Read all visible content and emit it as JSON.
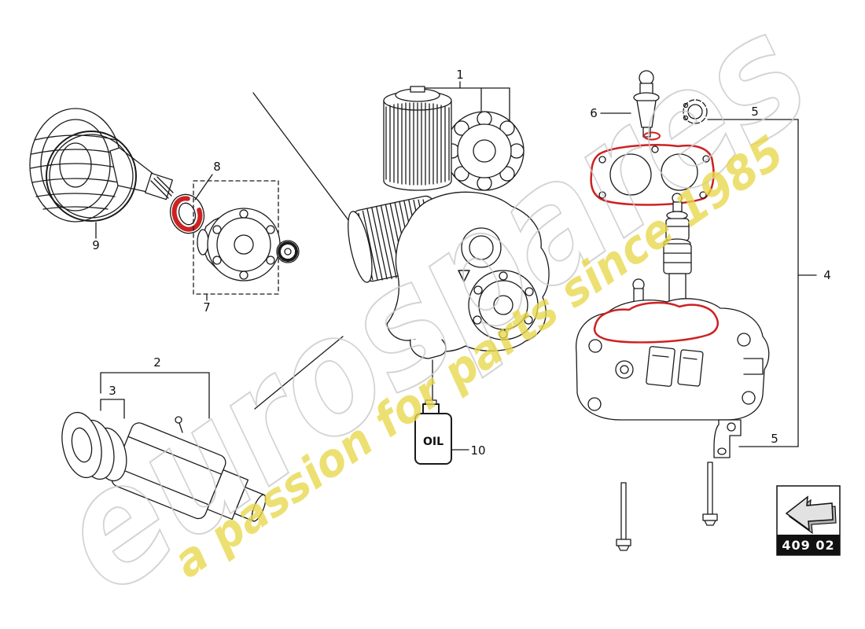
{
  "watermark": {
    "brand": "eurospares",
    "tagline": "a passion for parts since 1985"
  },
  "callouts": {
    "k1": "1",
    "k2": "2",
    "k3": "3",
    "k4": "4",
    "k5a": "5",
    "k5b": "5",
    "k6": "6",
    "k7": "7",
    "k8": "8",
    "k9": "9",
    "k10": "10"
  },
  "labels": {
    "oil_bottle": "OIL",
    "part_code": "409 02"
  },
  "colors": {
    "line": "#1a1a1a",
    "highlight": "#cc2222",
    "watermark_gray": "#c9c9c9",
    "watermark_yellow": "#e8d84b"
  }
}
